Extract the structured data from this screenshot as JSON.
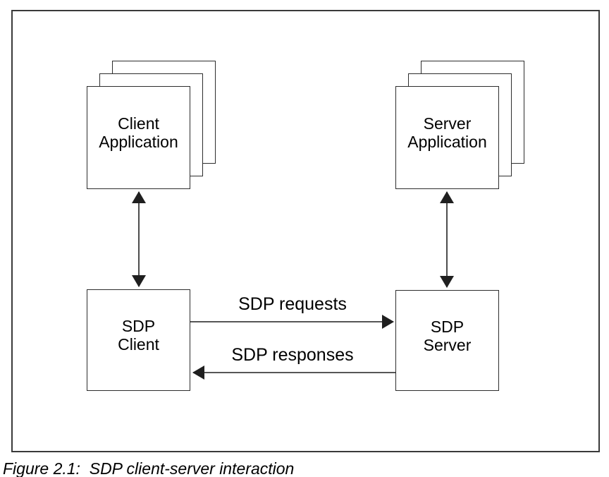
{
  "figure": {
    "caption": "Figure 2.1:  SDP client-server interaction",
    "nodes": {
      "client_app": {
        "line1": "Client",
        "line2": "Application"
      },
      "server_app": {
        "line1": "Server",
        "line2": "Application"
      },
      "sdp_client": {
        "line1": "SDP",
        "line2": "Client"
      },
      "sdp_server": {
        "line1": "SDP",
        "line2": "Server"
      }
    },
    "edges": {
      "requests_label": "SDP requests",
      "responses_label": "SDP responses"
    },
    "colors": {
      "frame": "#3a3a3a",
      "box_border": "#2d2d2d",
      "line": "#1f1f1f",
      "text": "#000000",
      "background": "#ffffff"
    }
  }
}
